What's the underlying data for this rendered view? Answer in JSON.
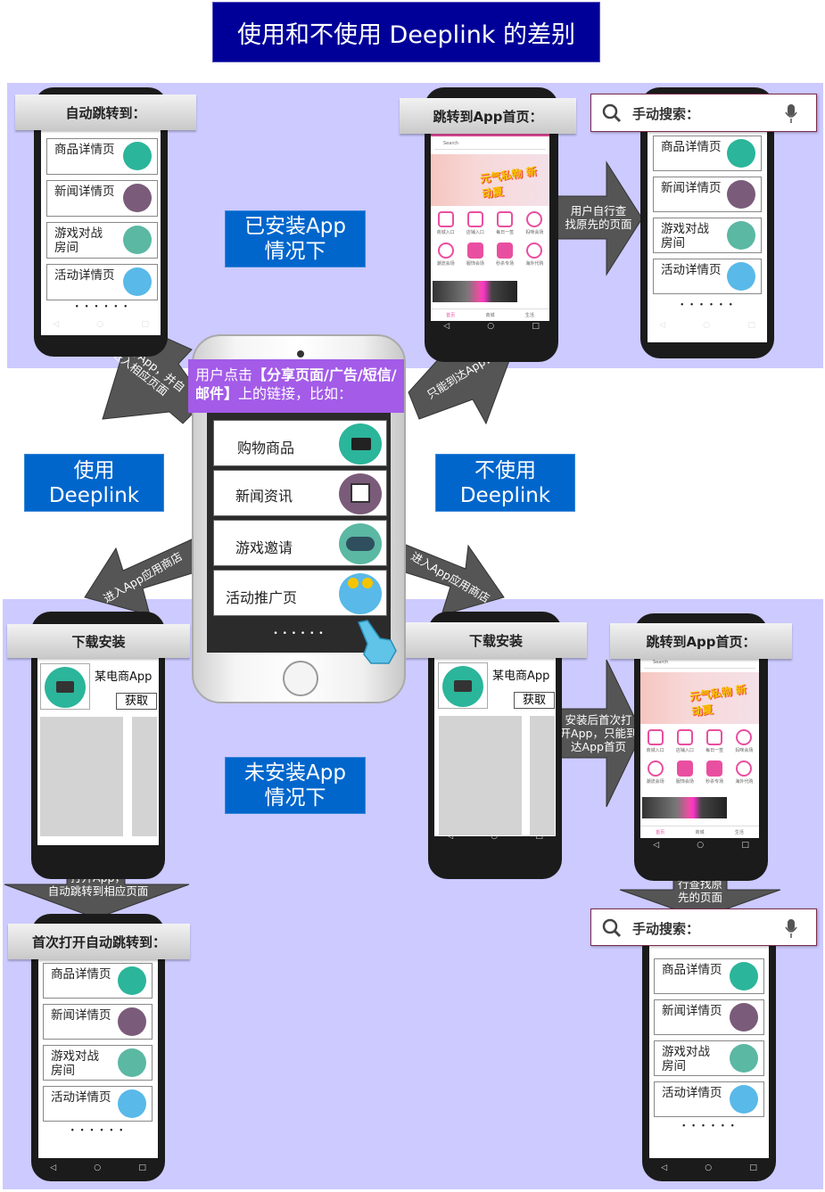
{
  "title": "使用和不使用 Deeplink 的差别",
  "tags": {
    "installed": "已安装App\n情况下",
    "not_installed": "未安装App\n情况下",
    "use_deeplink": "使用\nDeeplink",
    "no_deeplink": "不使用\nDeeplink"
  },
  "tabs": {
    "auto_jump": "自动跳转到：",
    "jump_home_top": "跳转到App首页：",
    "download_left": "下载安装",
    "download_right": "下载安装",
    "jump_home_bottom": "跳转到App首页：",
    "first_open": "首次打开自动跳转到："
  },
  "search": {
    "label": "手动搜索：",
    "mini_placeholder": "Search"
  },
  "detail_items": [
    "商品详情页",
    "新闻详情页",
    "游戏对战\n房间",
    "活动详情页"
  ],
  "dots": "• • • • • •",
  "arrows": {
    "auto_open": "自动打开App，并自\n动进入相应页面",
    "only_home": "只能到达App首页",
    "user_find_top": "用户自行查\n找原先的页面",
    "to_store_left": "进入App应用商店",
    "to_store_right": "进入App应用商店",
    "install_first_open": "安装后首次\n打开App，\n自动跳转到相应页面",
    "install_first_home": "安装后首次打\n开App，只能到\n达App首页",
    "user_find_bottom": "用户自\n行查找原\n先的页面"
  },
  "center": {
    "prefix": "用户点击",
    "bold": "【分享页面/广告/短信/邮件】",
    "suffix": "上的链接，比如：",
    "items": [
      "购物商品",
      "新闻资讯",
      "游戏邀请",
      "活动推广页"
    ],
    "dots": "• • • • • •"
  },
  "store": {
    "app_name": "某电商App",
    "get_button": "获取"
  },
  "app_home": {
    "banner": "元气私物 新动夏",
    "icons_row1": [
      "商城入口",
      "店铺入口",
      "每日一签",
      "妈咪会场"
    ],
    "icons_row2": [
      "潮流会场",
      "服饰会场",
      "秒杀专场",
      "海外代购"
    ],
    "nav": [
      "首页",
      "商城",
      "生活"
    ]
  },
  "colors": {
    "title_bg": "#000099",
    "panel_bg": "#cccaff",
    "tag_bg": "#0066cc",
    "center_header": "#a35be8",
    "arrow": "#555555",
    "icon_shop": "#2bb59a",
    "icon_news": "#7a5c7a",
    "icon_game": "#5bb8a3",
    "icon_event": "#59b9e8"
  },
  "icons": [
    "shopping-cart-icon",
    "news-icon",
    "gamepad-icon",
    "coin-hand-icon",
    "search-icon",
    "microphone-icon",
    "tap-hand-icon"
  ]
}
